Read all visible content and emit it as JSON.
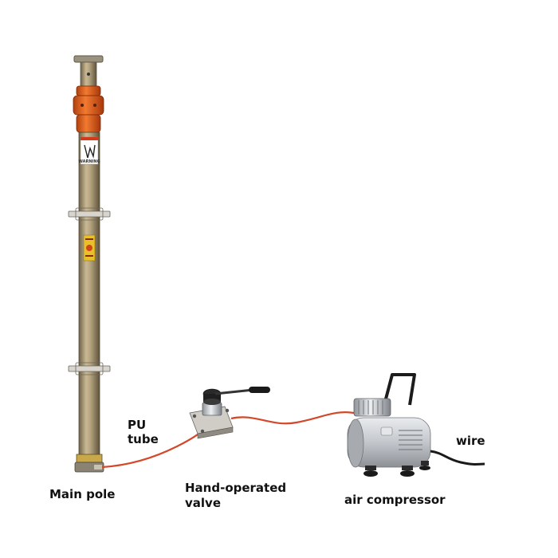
{
  "labels": {
    "pu_tube_line1": "PU",
    "pu_tube_line2": "tube",
    "main_pole": "Main pole",
    "valve_line1": "Hand-operated",
    "valve_line2": "valve",
    "air_compressor": "air compressor",
    "wire": "wire"
  },
  "pole_sticker_text": "WARNING",
  "colors": {
    "tube": "#d4482a",
    "pole": "#a99876",
    "collar": "#e8621f",
    "compressor": "#c9ccd1",
    "valve_body": "#c8c5bf",
    "wire": "#1a1a1a"
  }
}
